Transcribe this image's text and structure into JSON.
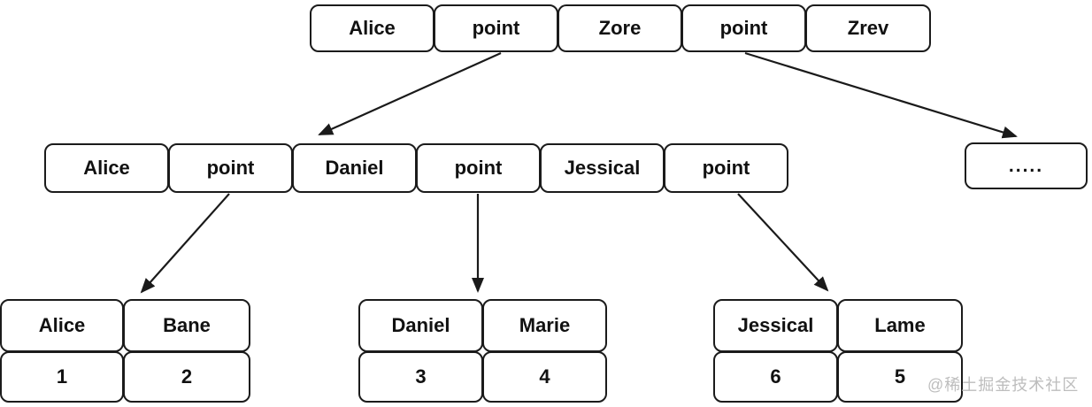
{
  "diagram": {
    "background": "#ffffff",
    "node_border_color": "#1b1b1b",
    "node_fill_color": "#ffffff",
    "node_text_color": "#111111",
    "arrow_color": "#1a1a1a",
    "root_node": {
      "cells": [
        "Alice",
        "point",
        "Zore",
        "point",
        "Zrev"
      ]
    },
    "internal_node": {
      "cells": [
        "Alice",
        "point",
        "Daniel",
        "point",
        "Jessical",
        "point"
      ]
    },
    "ellipsis_node": {
      "label": "....."
    },
    "leaf_groups": [
      {
        "names": [
          "Alice",
          "Bane"
        ],
        "values": [
          "1",
          "2"
        ]
      },
      {
        "names": [
          "Daniel",
          "Marie"
        ],
        "values": [
          "3",
          "4"
        ]
      },
      {
        "names": [
          "Jessical",
          "Lame"
        ],
        "values": [
          "6",
          "5"
        ]
      }
    ]
  },
  "watermark": {
    "text": "@稀土掘金技术社区",
    "color": "#bdbdbd"
  }
}
